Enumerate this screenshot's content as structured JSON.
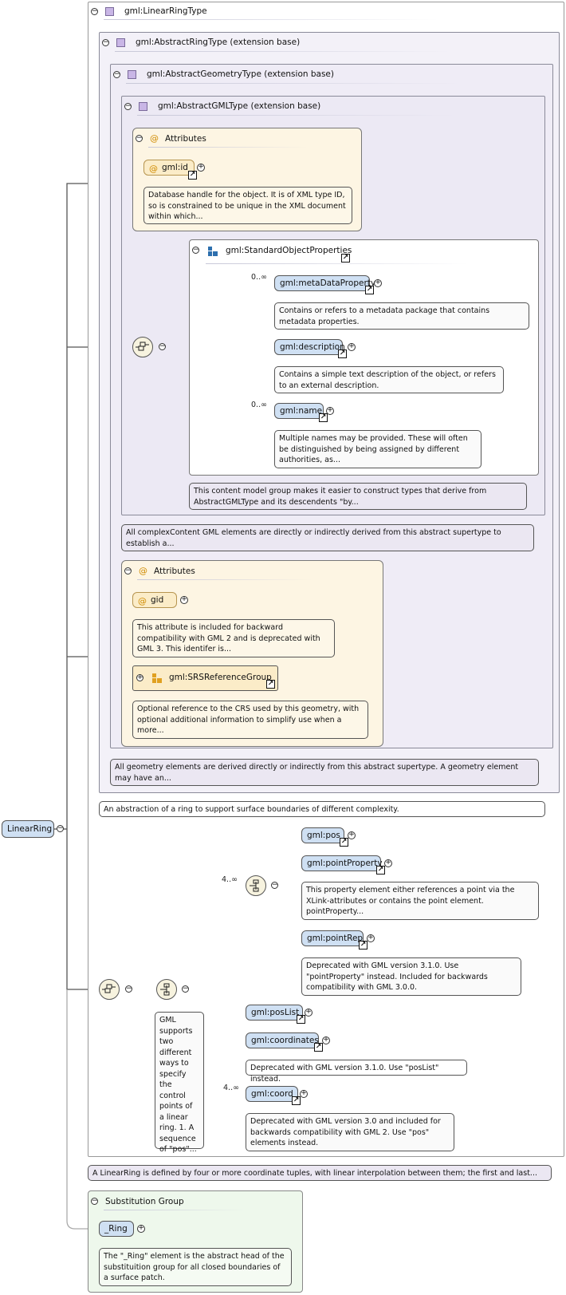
{
  "root": {
    "label": "LinearRing"
  },
  "linear_ring_type": {
    "title": "gml:LinearRingType"
  },
  "abstract_ring_type": {
    "title": "gml:AbstractRingType (extension base)"
  },
  "abstract_geometry_type": {
    "title": "gml:AbstractGeometryType (extension base)"
  },
  "abstract_gml_type": {
    "title": "gml:AbstractGMLType (extension base)"
  },
  "attributes_1": {
    "title": "Attributes",
    "gml_id": {
      "label": "gml:id",
      "doc": "Database handle for the object. It is of XML type ID, so is constrained to be unique in the XML document within which..."
    }
  },
  "standard_object_properties": {
    "title": "gml:StandardObjectProperties",
    "items": [
      {
        "label": "gml:metaDataProperty",
        "occurrence": "0..∞",
        "doc": "Contains or refers to a metadata package that contains metadata properties."
      },
      {
        "label": "gml:description",
        "occurrence": "",
        "doc": "Contains a simple text description of the object, or refers to an external description."
      },
      {
        "label": "gml:name",
        "occurrence": "0..∞",
        "doc": "Multiple names may be provided. These will often be distinguished by being assigned by different authorities, as..."
      }
    ],
    "doc": "This content model group makes it easier to construct types that derive from AbstractGMLType and its descendents \"by..."
  },
  "abstract_gml_type_doc": "All complexContent GML elements are directly or indirectly derived from this abstract supertype to establish a...",
  "attributes_2": {
    "title": "Attributes",
    "gid": {
      "label": "gid",
      "doc": "This attribute is included for backward compatibility with GML 2 and is deprecated with GML 3. This identifer is..."
    },
    "srs_group": {
      "label": "gml:SRSReferenceGroup",
      "doc": "Optional reference to the CRS used by this geometry, with optional additional information to simplify use when a more..."
    }
  },
  "abstract_geometry_type_doc": "All geometry elements are derived directly or indirectly from this abstract supertype. A geometry element may have an...",
  "abstract_ring_type_doc": "An abstraction of a ring to support surface boundaries of different complexity.",
  "choice_doc": "GML supports two different ways to specify the control points of a linear ring. 1. A sequence of \"pos\"...",
  "sequence": {
    "occurrence": "4..∞",
    "pos": {
      "label": "gml:pos"
    },
    "point_property": {
      "label": "gml:pointProperty",
      "doc": "This property element either references a point via the XLink-attributes or contains the point element. pointProperty..."
    },
    "point_rep": {
      "label": "gml:pointRep",
      "doc": "Deprecated with GML version 3.1.0. Use \"pointProperty\" instead. Included for backwards compatibility with GML 3.0.0."
    }
  },
  "pos_list": {
    "label": "gml:posList"
  },
  "coordinates": {
    "label": "gml:coordinates",
    "doc": "Deprecated with GML version 3.1.0. Use \"posList\" instead."
  },
  "coord": {
    "label": "gml:coord",
    "occurrence": "4..∞",
    "doc": "Deprecated with GML version 3.0 and included for backwards compatibility with GML 2. Use \"pos\" elements instead."
  },
  "linear_ring_doc": "A LinearRing is defined by four or more coordinate tuples, with linear interpolation between them; the first and last...",
  "substitution_group": {
    "title": "Substitution Group",
    "ring": {
      "label": "_Ring",
      "doc": "The \"_Ring\" element is the abstract head of the substituition group for all closed boundaries of a surface patch."
    }
  },
  "colors": {
    "type_fill": "#f1eff7",
    "attr_fill": "#fdf5e3",
    "element_fill": "#cfe0f3",
    "subst_fill": "#eef8ec"
  }
}
